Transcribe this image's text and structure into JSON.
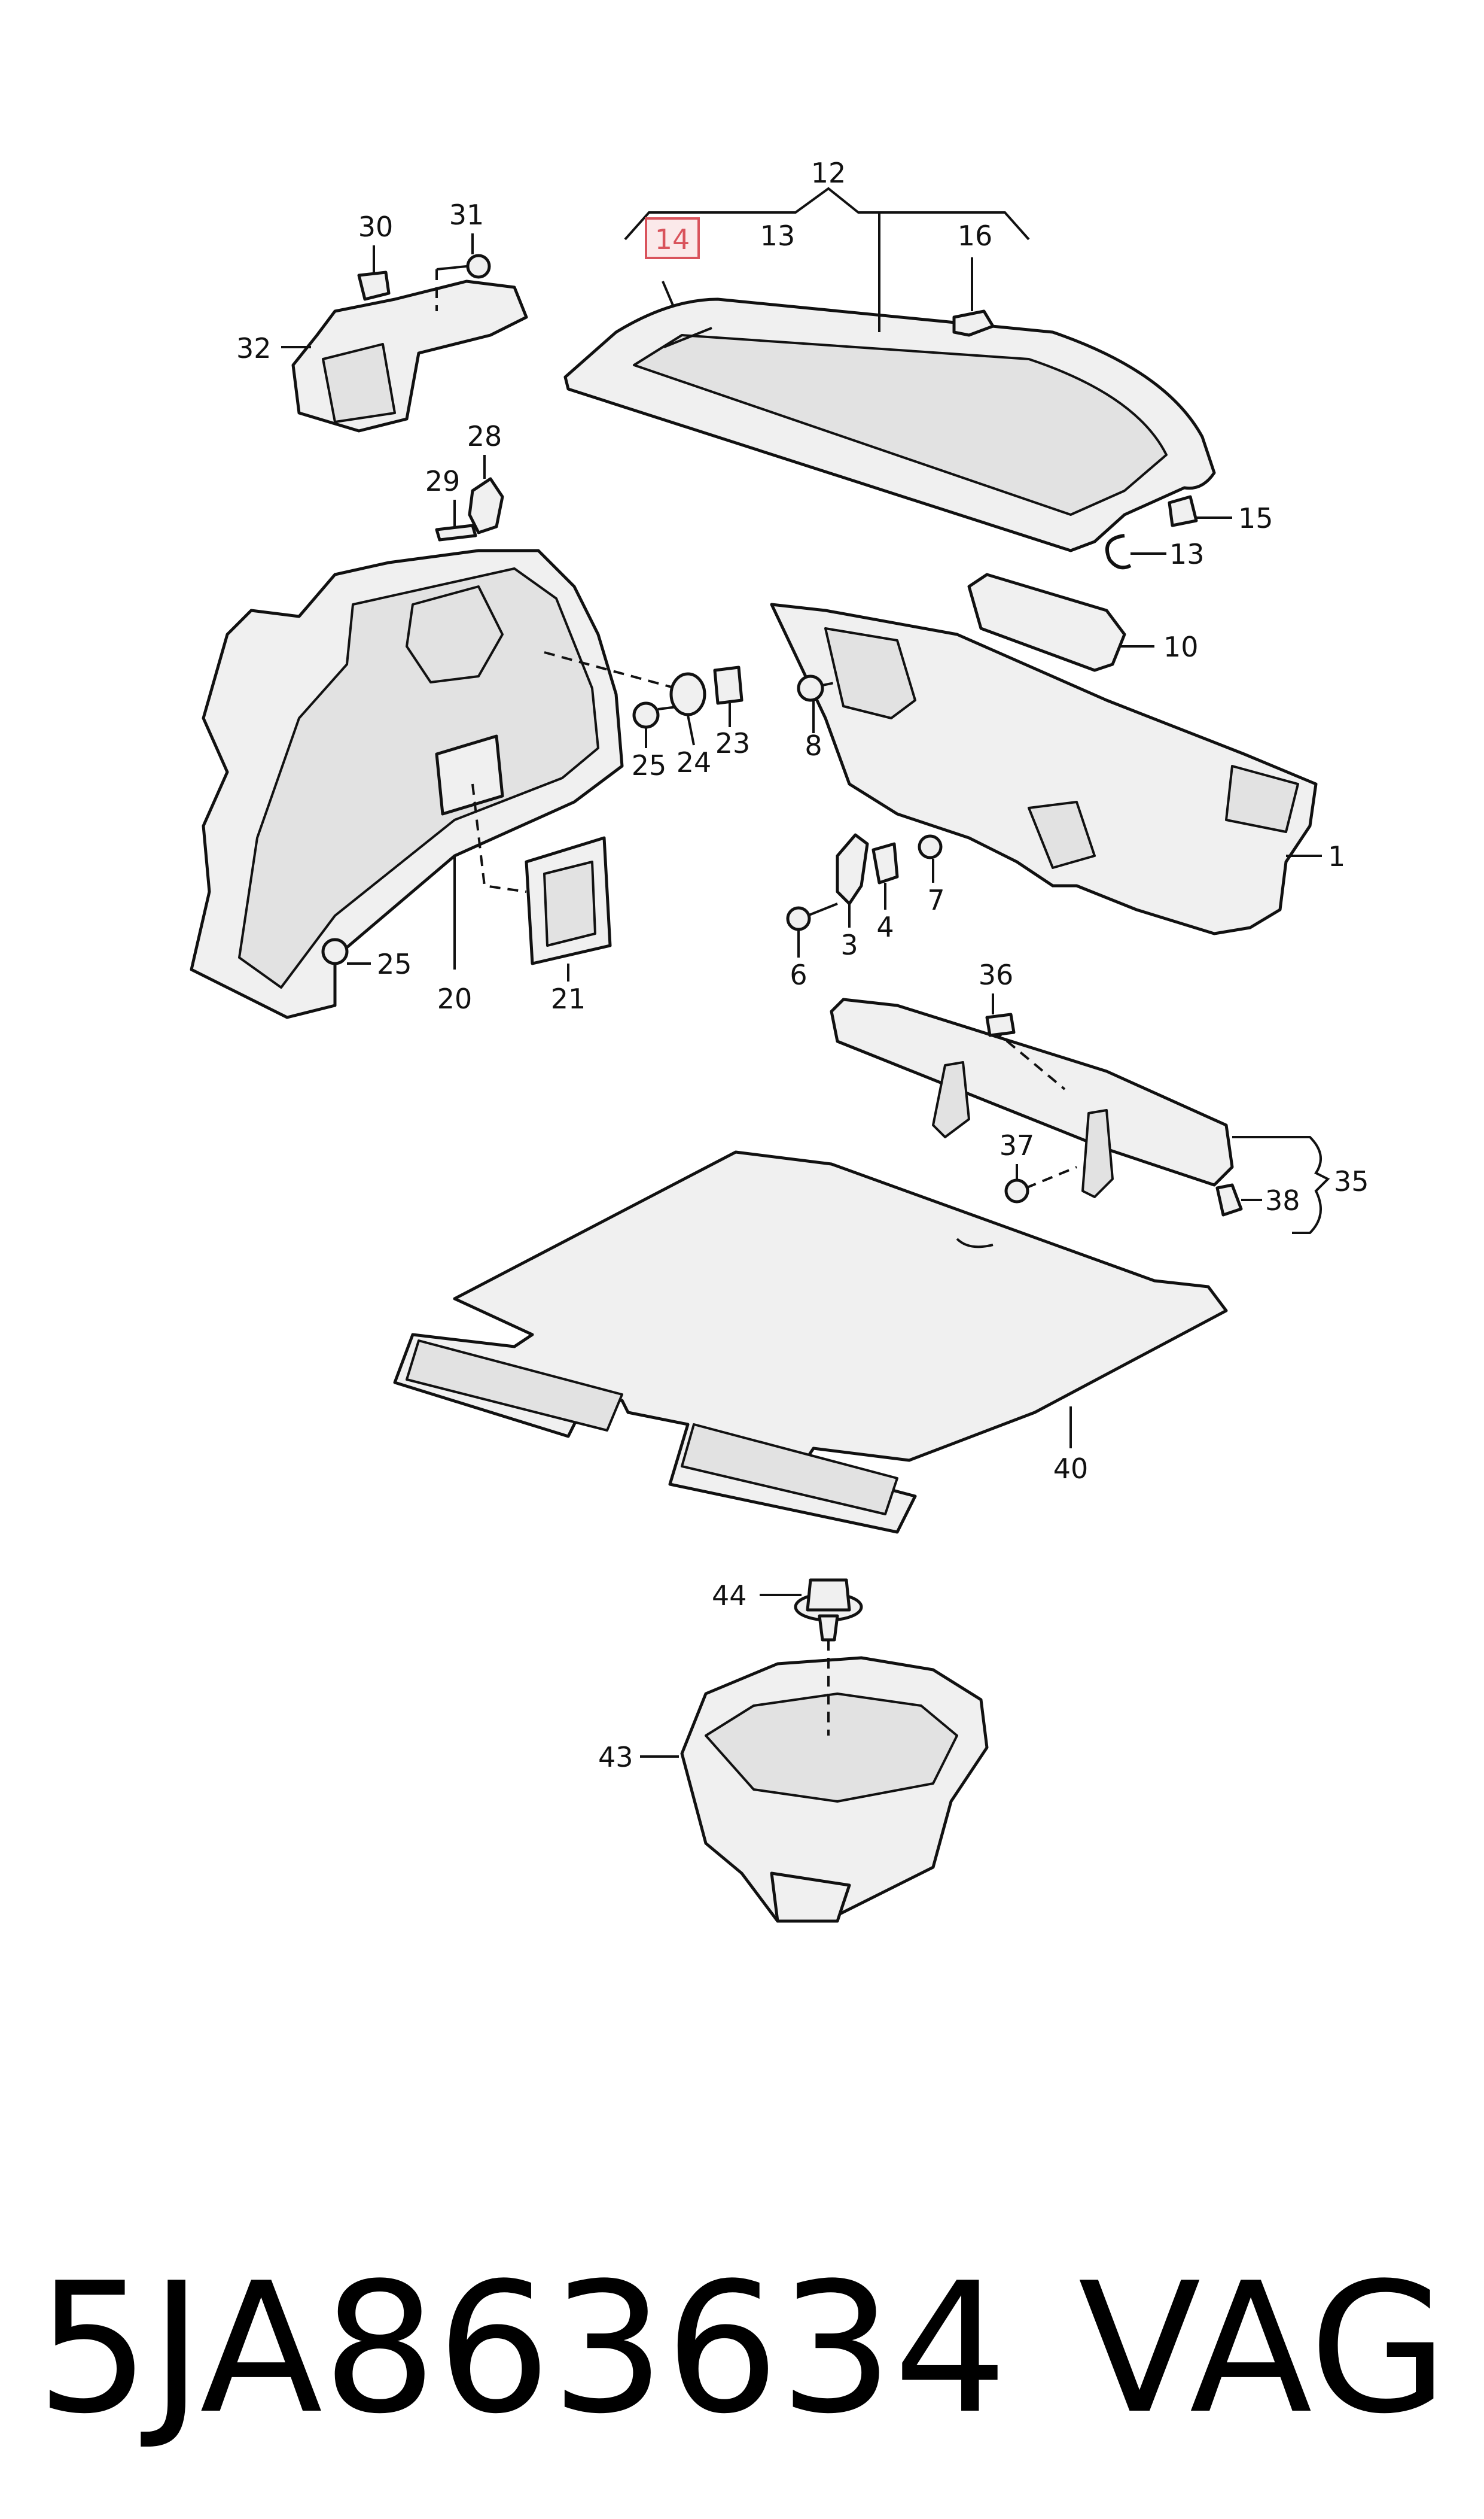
{
  "labels": {
    "l1": "1",
    "l3": "3",
    "l4": "4",
    "l6": "6",
    "l7": "7",
    "l8": "8",
    "l10": "10",
    "l12": "12",
    "l13a": "13",
    "l13b": "13",
    "l14": "14",
    "l15": "15",
    "l16": "16",
    "l20": "20",
    "l21": "21",
    "l23": "23",
    "l24": "24",
    "l25a": "25",
    "l25b": "25",
    "l28": "28",
    "l29": "29",
    "l30": "30",
    "l31": "31",
    "l32": "32",
    "l35": "35",
    "l36": "36",
    "l37": "37",
    "l38": "38",
    "l40": "40",
    "l43": "43",
    "l44": "44"
  },
  "highlight": {
    "label": "14",
    "color": "#d9535c"
  },
  "footer": {
    "part_number": "5JA863634",
    "brand": "VAG"
  }
}
